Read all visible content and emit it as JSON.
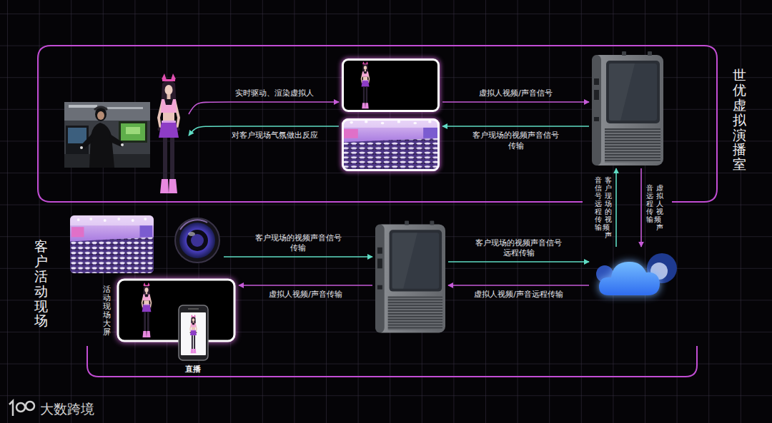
{
  "diagram": {
    "nodes": [
      {
        "text": [
          "世优虚拟演播室"
        ]
      },
      {
        "text": [],
        "in": 0
      },
      {
        "text": [],
        "in": 0
      },
      {
        "text": [],
        "in": 0
      },
      {
        "text": [],
        "in": 0
      },
      {
        "text": []
      },
      {
        "text": [
          "客户活动现场"
        ]
      },
      {
        "text": [],
        "in": 6
      },
      {
        "text": [
          "活动现场大屏"
        ],
        "in": 6
      },
      {
        "text": [
          "直播"
        ],
        "in": 6
      },
      {
        "text": [],
        "in": 6
      }
    ],
    "edges": [
      {
        "from": 1,
        "to": 2,
        "arrow": "to",
        "label": "实时驱动、渲染虚拟人"
      },
      {
        "from": 3,
        "to": 1,
        "arrow": "to",
        "label": "对客户现场气氛做出反应"
      },
      {
        "from": 2,
        "to": 4,
        "arrow": "to",
        "label": "虚拟人视频/声音信号"
      },
      {
        "from": 4,
        "to": 3,
        "arrow": "to",
        "label": "客户现场的视频声音信号 传输"
      },
      {
        "from": 4,
        "to": 5,
        "arrow": "to",
        "label": "虚拟人视频 声音远程传输"
      },
      {
        "from": 5,
        "to": 4,
        "arrow": "to",
        "label": "客户现场的视频 声音信号远程传输"
      },
      {
        "from": 5,
        "to": 10,
        "arrow": "to",
        "label": "虚拟人视频/声音远程传输"
      },
      {
        "from": 10,
        "to": 5,
        "arrow": "to",
        "label": "客户现场的视频声音信号 远程传输"
      },
      {
        "from": 10,
        "to": 8,
        "arrow": "to",
        "label": "虚拟人视频/声音传输"
      },
      {
        "from": 7,
        "to": 10,
        "arrow": "to",
        "label": "客户现场的视频声音信号 传输"
      }
    ],
    "labels": [
      "大数跨境"
    ]
  }
}
